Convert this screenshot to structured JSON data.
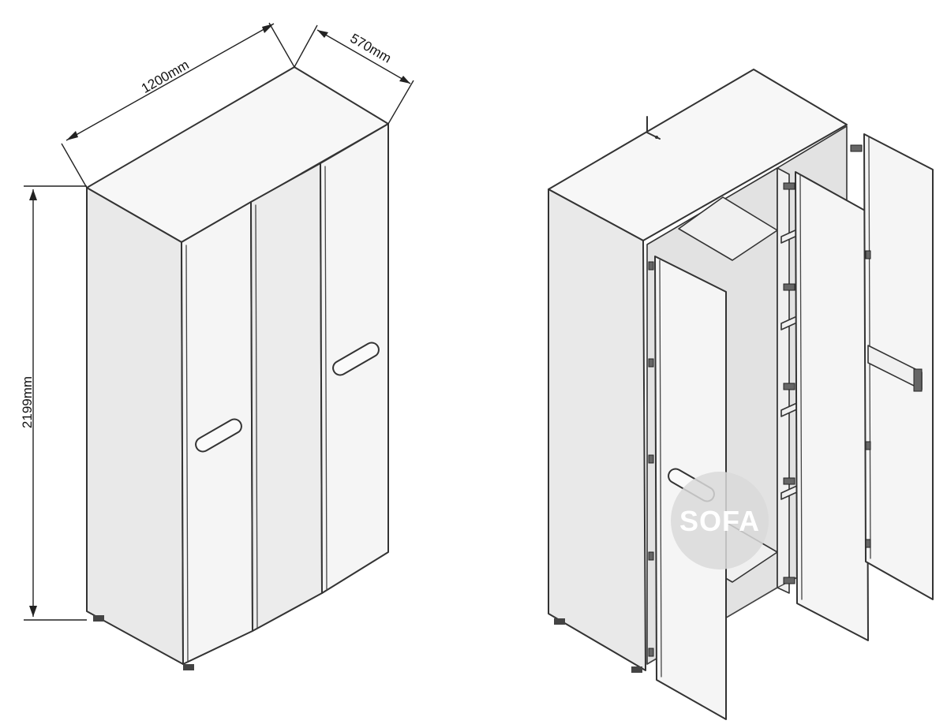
{
  "dimensions": {
    "width_label": "1200mm",
    "depth_label": "570mm",
    "height_label": "2199mm"
  },
  "watermark": {
    "text": "SOFA"
  },
  "colors": {
    "line": "#333333",
    "watermark": "#d9d9d9"
  }
}
